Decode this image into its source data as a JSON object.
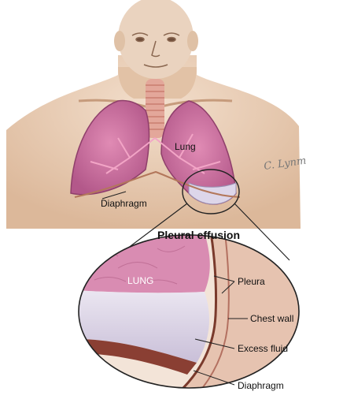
{
  "labels": {
    "lung": "Lung",
    "diaphragm_top": "Diaphragm",
    "pleural_effusion": "Pleural effusion",
    "lung_inset": "LUNG",
    "pleura": "Pleura",
    "chest_wall": "Chest wall",
    "excess_fluid": "Excess fluid",
    "diaphragm_inset": "Diaphragm"
  },
  "signature": "C. Lynm",
  "colors": {
    "skin": "#e9cdb4",
    "skin_shade": "#caa080",
    "lung": "#c96f9d",
    "lung_dark": "#9e4c79",
    "fluid": "#d7cfe3",
    "trachea": "#e3a79a",
    "wall": "#7a3a2c"
  }
}
